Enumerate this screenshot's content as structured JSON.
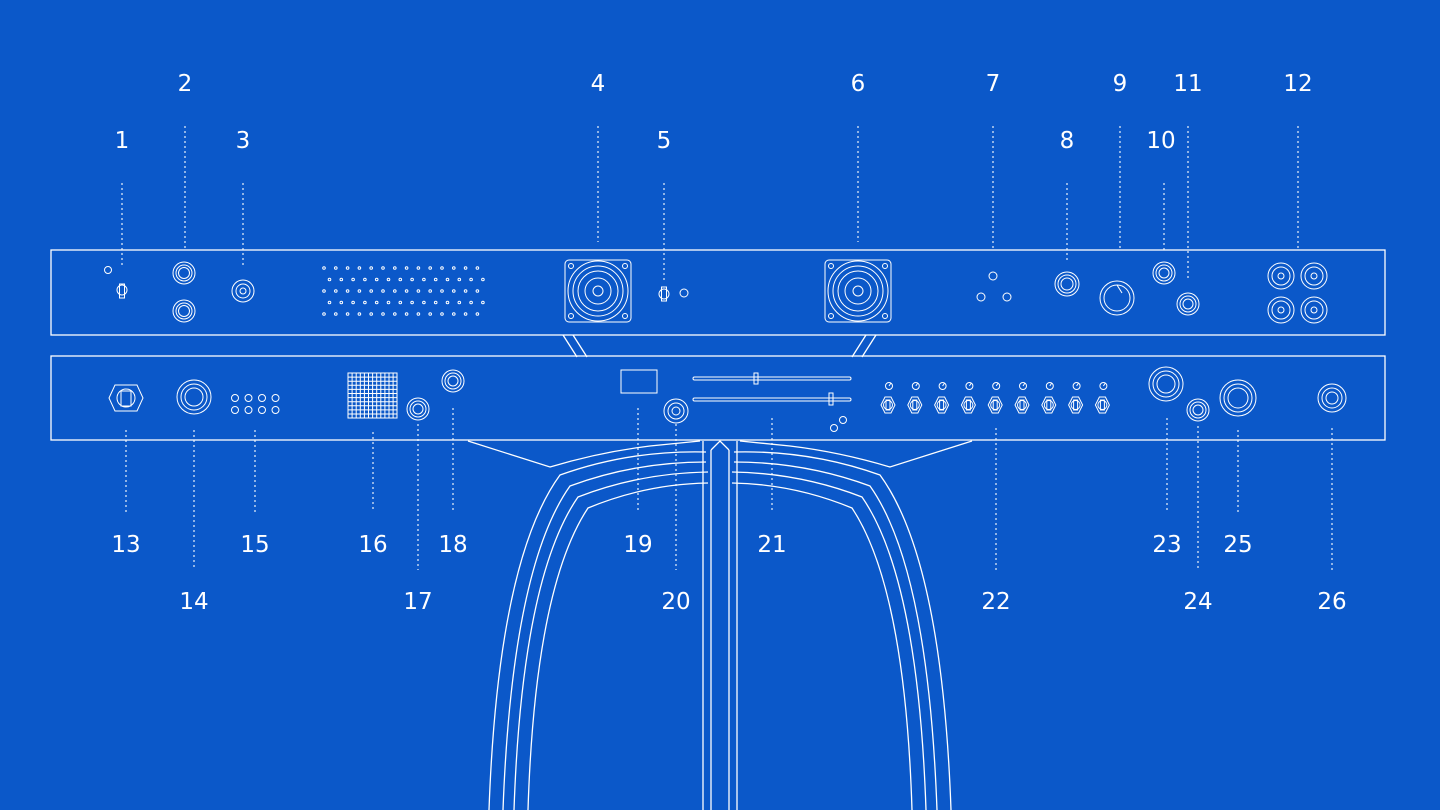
{
  "diagram": {
    "background": "#0b58c9",
    "line_color": "#ffffff",
    "callouts_top": [
      "1",
      "2",
      "3",
      "4",
      "5",
      "6",
      "7",
      "8",
      "9",
      "10",
      "11",
      "12"
    ],
    "callouts_bottom": [
      "13",
      "14",
      "15",
      "16",
      "17",
      "18",
      "19",
      "20",
      "21",
      "22",
      "23",
      "24",
      "25",
      "26"
    ]
  }
}
